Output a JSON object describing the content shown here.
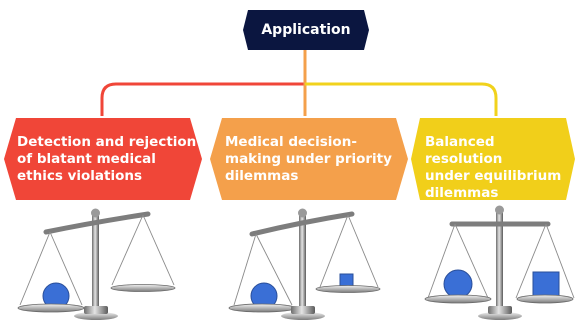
{
  "root": {
    "label": "Application",
    "color": "#0b1640"
  },
  "branches": [
    {
      "label": "Detection and rejection\nof blatant medical\nethics violations",
      "color": "#f04638",
      "line_color": "#f04638"
    },
    {
      "label": "Medical decision-\nmaking under priority\ndilemmas",
      "color": "#f4a04b",
      "line_color": "#f4a04b"
    },
    {
      "label": "Balanced resolution\nunder equilibrium\ndilemmas",
      "color": "#f1cf1a",
      "line_color": "#f1d21c"
    }
  ],
  "scales": [
    {
      "tilt": "left pan down",
      "left_pan": "circle",
      "right_pan": "empty"
    },
    {
      "tilt": "left pan down",
      "left_pan": "circle",
      "right_pan": "small square"
    },
    {
      "tilt": "balanced",
      "left_pan": "circle",
      "right_pan": "square"
    }
  ],
  "shape_color": "#3a6fd6"
}
